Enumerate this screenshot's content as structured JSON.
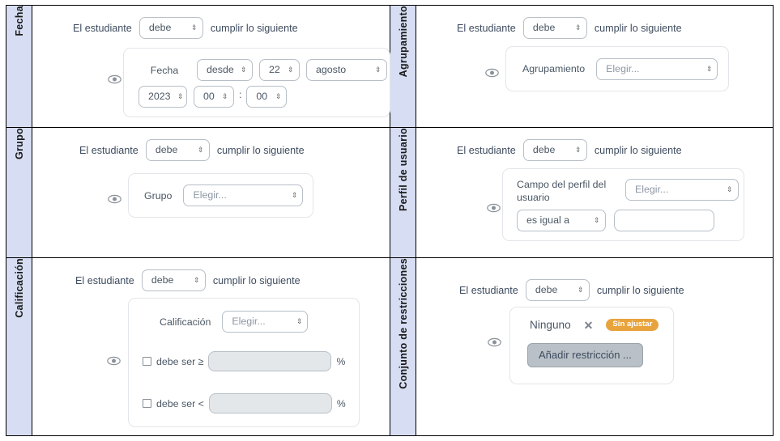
{
  "common": {
    "student_prefix": "El estudiante",
    "student_suffix": "cumplir lo siguiente",
    "must_value": "debe",
    "choose_placeholder": "Elegir...",
    "eye_icon": "eye-icon",
    "caret": "↕"
  },
  "rows": {
    "date": {
      "header": "Fecha",
      "label": "Fecha",
      "direction": "desde",
      "day": "22",
      "month": "agosto",
      "year": "2023",
      "hour": "00",
      "minute": "00",
      "separator": ":"
    },
    "grouping": {
      "header": "Agrupamiento",
      "label": "Agrupamiento",
      "value": "Elegir..."
    },
    "group": {
      "header": "Grupo",
      "label": "Grupo",
      "value": "Elegir..."
    },
    "profile": {
      "header": "Perfil de usuario",
      "label": "Campo del perfil del usuario",
      "field_value": "Elegir...",
      "operator_value": "es igual a",
      "text_value": ""
    },
    "grade": {
      "header": "Calificación",
      "label": "Calificación",
      "value": "Elegir...",
      "min_label": "debe ser ≥",
      "max_label": "debe ser <",
      "min_value": "",
      "max_value": "",
      "percent": "%"
    },
    "restriction_set": {
      "header": "Conjunto de restricciones",
      "none_label": "Ninguno",
      "remove_icon": "✕",
      "badge": "Sin ajustar",
      "add_button": "Añadir restricción ..."
    }
  },
  "colors": {
    "header_bg": "#d7ddf2",
    "badge_bg": "#e8a33d",
    "input_bg": "#e3e7ea",
    "button_bg": "#b9c0c7",
    "text": "#3d4b5e"
  }
}
